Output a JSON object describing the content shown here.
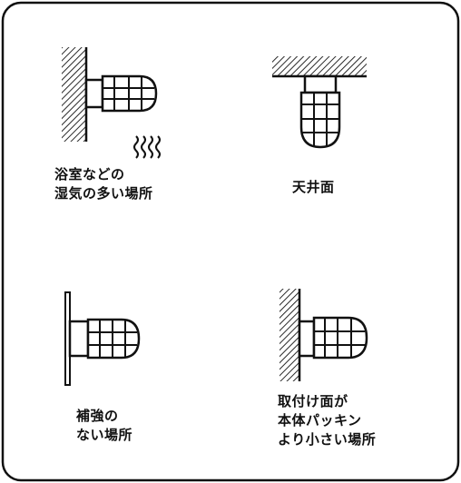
{
  "panels": [
    {
      "id": "bath",
      "lines": [
        "浴室などの",
        "湿気の多い場所"
      ]
    },
    {
      "id": "ceiling",
      "lines": [
        "天井面"
      ]
    },
    {
      "id": "no-reinforcement",
      "lines": [
        "補強の",
        "ない場所"
      ]
    },
    {
      "id": "small-mount",
      "lines": [
        "取付け面が",
        "本体パッキン",
        "より小さい場所"
      ]
    }
  ],
  "colors": {
    "ink": "#111111",
    "paper": "#ffffff"
  },
  "icons": [
    "hatched-wall-icon",
    "lamp-fixture-icon",
    "steam-icon",
    "hatched-ceiling-icon",
    "thin-board-icon"
  ]
}
